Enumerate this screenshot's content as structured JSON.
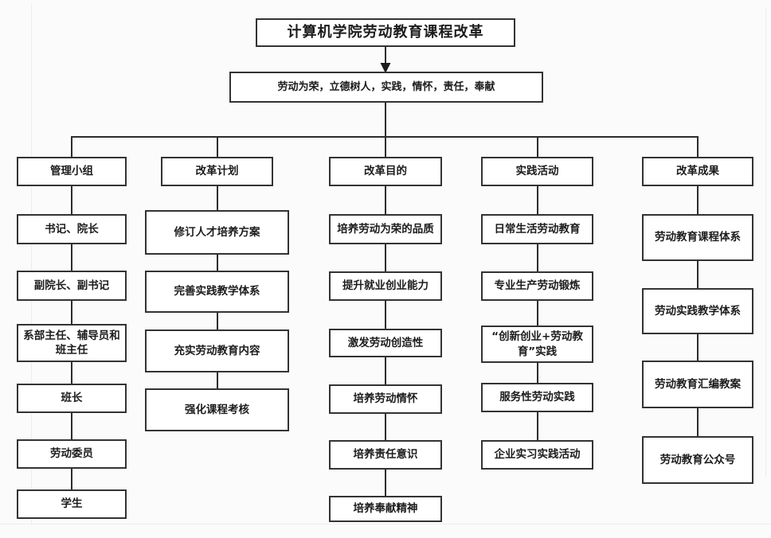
{
  "title": "计算机学院劳动教育课程改革",
  "motto": "劳动为荣，立德树人，实践，情怀，责任，奉献",
  "columns": [
    {
      "header": "管理小组",
      "items": [
        "书记、院长",
        "副院长、副书记",
        "系部主任、辅导员和班主任",
        "班长",
        "劳动委员",
        "学生"
      ]
    },
    {
      "header": "改革计划",
      "items": [
        "修订人才培养方案",
        "完善实践教学体系",
        "充实劳动教育内容",
        "强化课程考核"
      ]
    },
    {
      "header": "改革目的",
      "items": [
        "培养劳动为荣的品质",
        "提升就业创业能力",
        "激发劳动创造性",
        "培养劳动情怀",
        "培养责任意识",
        "培养奉献精神"
      ]
    },
    {
      "header": "实践活动",
      "items": [
        "日常生活劳动教育",
        "专业生产劳动锻炼",
        "“创新创业+劳动教育”实践",
        "服务性劳动实践",
        "企业实习实践活动"
      ]
    },
    {
      "header": "改革成果",
      "items": [
        "劳动教育课程体系",
        "劳动实践教学体系",
        "劳动教育汇编教案",
        "劳动教育公众号"
      ]
    }
  ],
  "colors": {
    "line": "#2d2d2d",
    "box_border": "#333333",
    "box_background": "#ffffff",
    "text": "#1c1c1c",
    "page_background": "#fbfbfb"
  }
}
